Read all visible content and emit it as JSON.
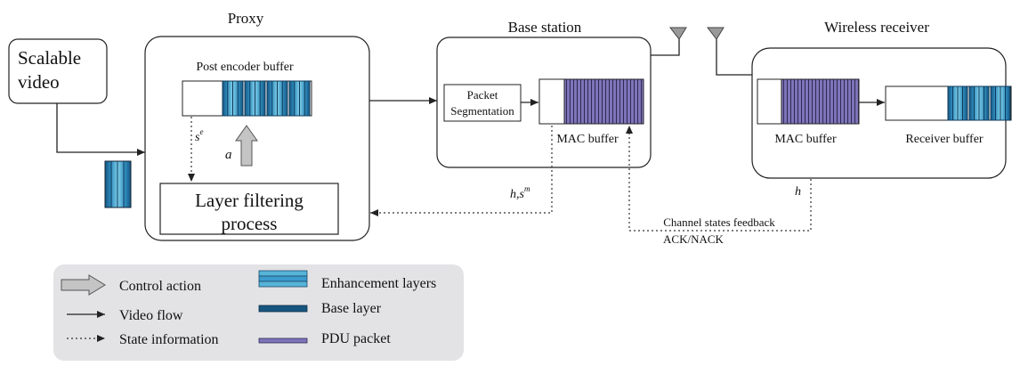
{
  "labels": {
    "proxy": "Proxy",
    "base_station": "Base station",
    "wireless_receiver": "Wireless receiver",
    "scalable_video_line1": "Scalable",
    "scalable_video_line2": "video",
    "post_encoder_buffer": "Post encoder buffer",
    "layer_filtering_line1": "Layer filtering",
    "layer_filtering_line2": "process",
    "packet_segmentation_line1": "Packet",
    "packet_segmentation_line2": "Segmentation",
    "mac_buffer_bs": "MAC buffer",
    "mac_buffer_rx": "MAC buffer",
    "receiver_buffer": "Receiver buffer",
    "action_a": "a",
    "state_se_base": "s",
    "state_se_sup": "e",
    "state_h_sm": "h,s",
    "state_h_sm_sup": "m",
    "state_h": "h",
    "channel_feedback": "Channel states feedback",
    "ack_nack": "ACK/NACK"
  },
  "legend": {
    "items": [
      {
        "symbol": "hollow-arrow",
        "label": "Control action"
      },
      {
        "symbol": "solid-arrow",
        "label": "Video flow"
      },
      {
        "symbol": "dotted-arrow",
        "label": "State information"
      },
      {
        "symbol": "enhancement-layers",
        "label": "Enhancement layers"
      },
      {
        "symbol": "base-layer",
        "label": "Base layer"
      },
      {
        "symbol": "pdu-packet",
        "label": "PDU packet"
      }
    ]
  },
  "colors": {
    "enhancement_light": "#56b4d8",
    "enhancement_mid": "#2b86b8",
    "base_layer": "#16557f",
    "pdu": "#7f74b8",
    "legend_bg": "#e3e3e6",
    "control_arrow": "#c4c4c4"
  }
}
